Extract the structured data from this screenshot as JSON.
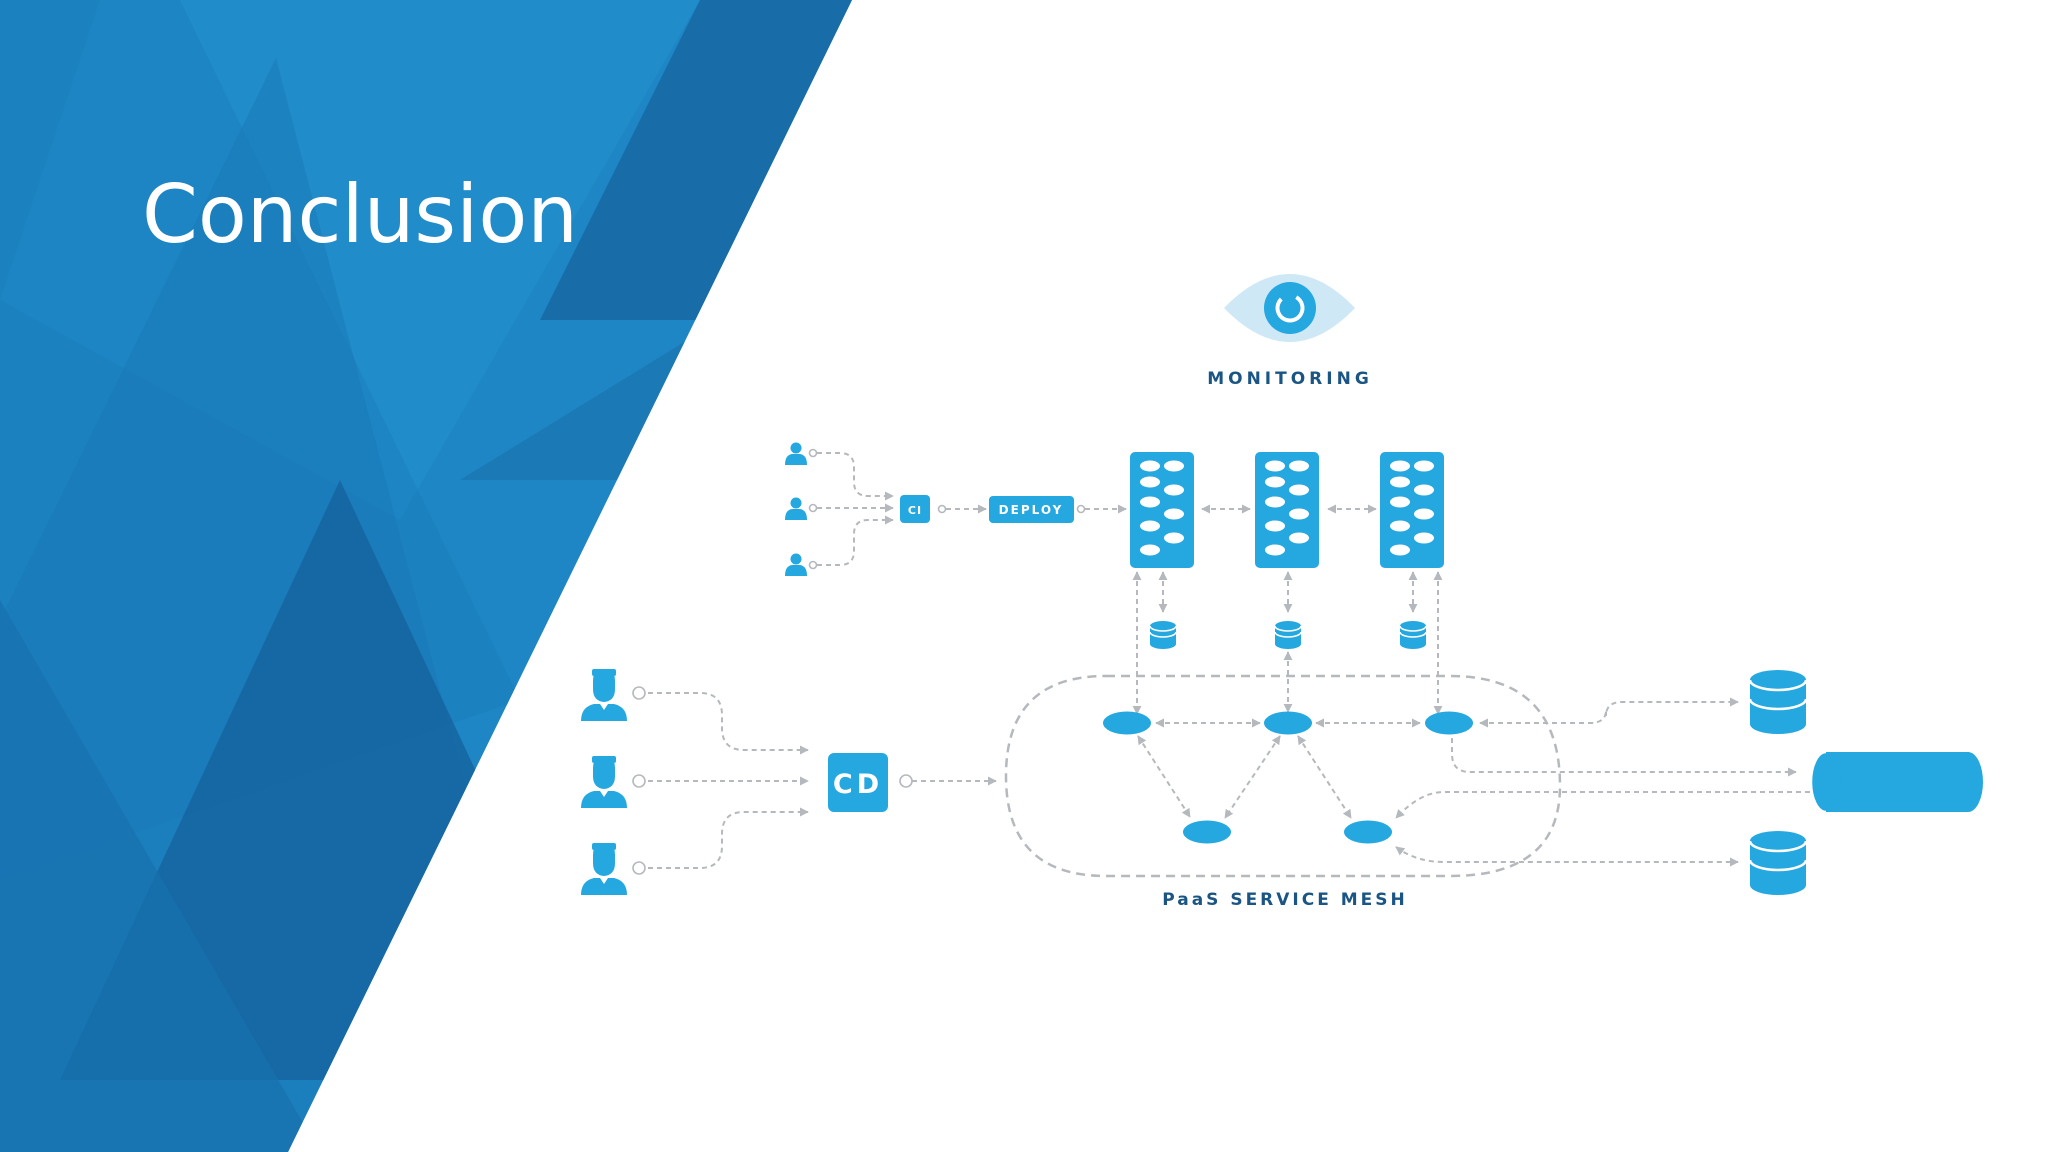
{
  "slide": {
    "title": "Conclusion"
  },
  "diagram": {
    "monitoring_label": "MONITORING",
    "ci_label": "CI",
    "deploy_label": "DEPLOY",
    "cd_label": "CD",
    "mesh_label": "PaaS SERVICE MESH"
  },
  "colors": {
    "brand_blue": "#25a7e0",
    "label_navy": "#1b5584",
    "connector_gray": "#b5b9bd",
    "eye_light": "#cfe8f5",
    "bg_blue_mid": "#1e86c4",
    "bg_blue_dark": "#176aa5"
  },
  "icons": [
    "eye-icon",
    "person-icon",
    "server-rack-icon",
    "database-icon",
    "message-queue-icon"
  ]
}
